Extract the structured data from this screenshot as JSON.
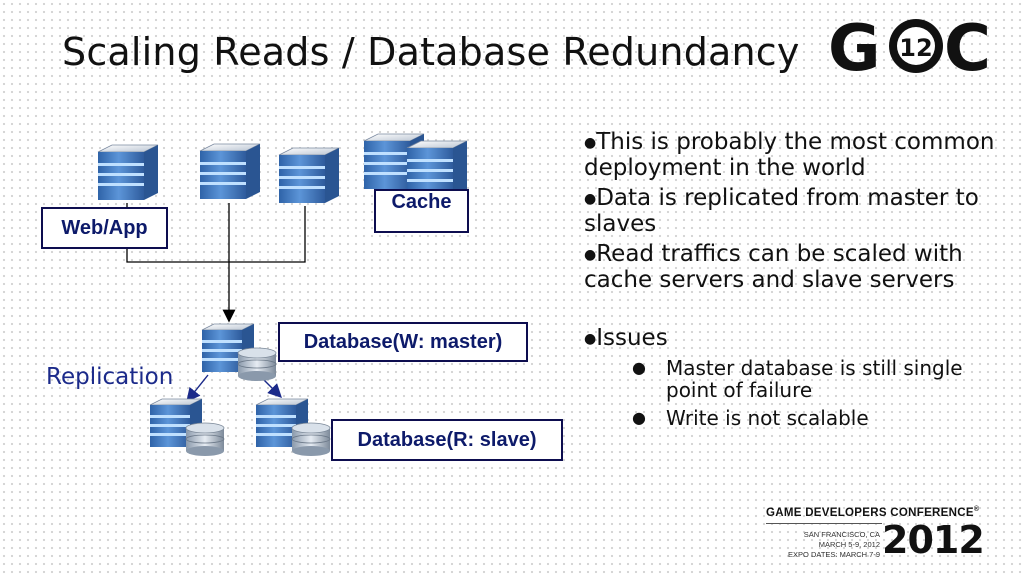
{
  "slide": {
    "title": "Scaling Reads / Database Redundancy"
  },
  "logo": {
    "icon": "gdc-12-logo-icon",
    "text_left": "G",
    "text_right": "C",
    "badge": "12"
  },
  "diagram": {
    "web_app_label": "Web/App",
    "cache_label": "Cache",
    "master_label": "Database(W: master)",
    "slave_label": "Database(R: slave)",
    "replication_label": "Replication",
    "colors": {
      "server_blue": "#3f78c3",
      "label_text": "#0d1a6a",
      "replication_text": "#1b2a8a"
    }
  },
  "bullets": [
    {
      "text": "This is probably the most common deployment in the world"
    },
    {
      "text": "Data is replicated from master to slaves"
    },
    {
      "text": "Read traffics can be scaled with cache servers and slave servers"
    }
  ],
  "issues": {
    "text": "Issues",
    "items": [
      {
        "text": "Master database is still single point of failure"
      },
      {
        "text": "Write is not scalable"
      }
    ]
  },
  "footer": {
    "conference": "GAME DEVELOPERS CONFERENCE",
    "trademark": "®",
    "location": "SAN FRANCISCO, CA",
    "dates": "MARCH 5-9, 2012",
    "expo": "EXPO DATES: MARCH 7-9",
    "year": "2012"
  }
}
